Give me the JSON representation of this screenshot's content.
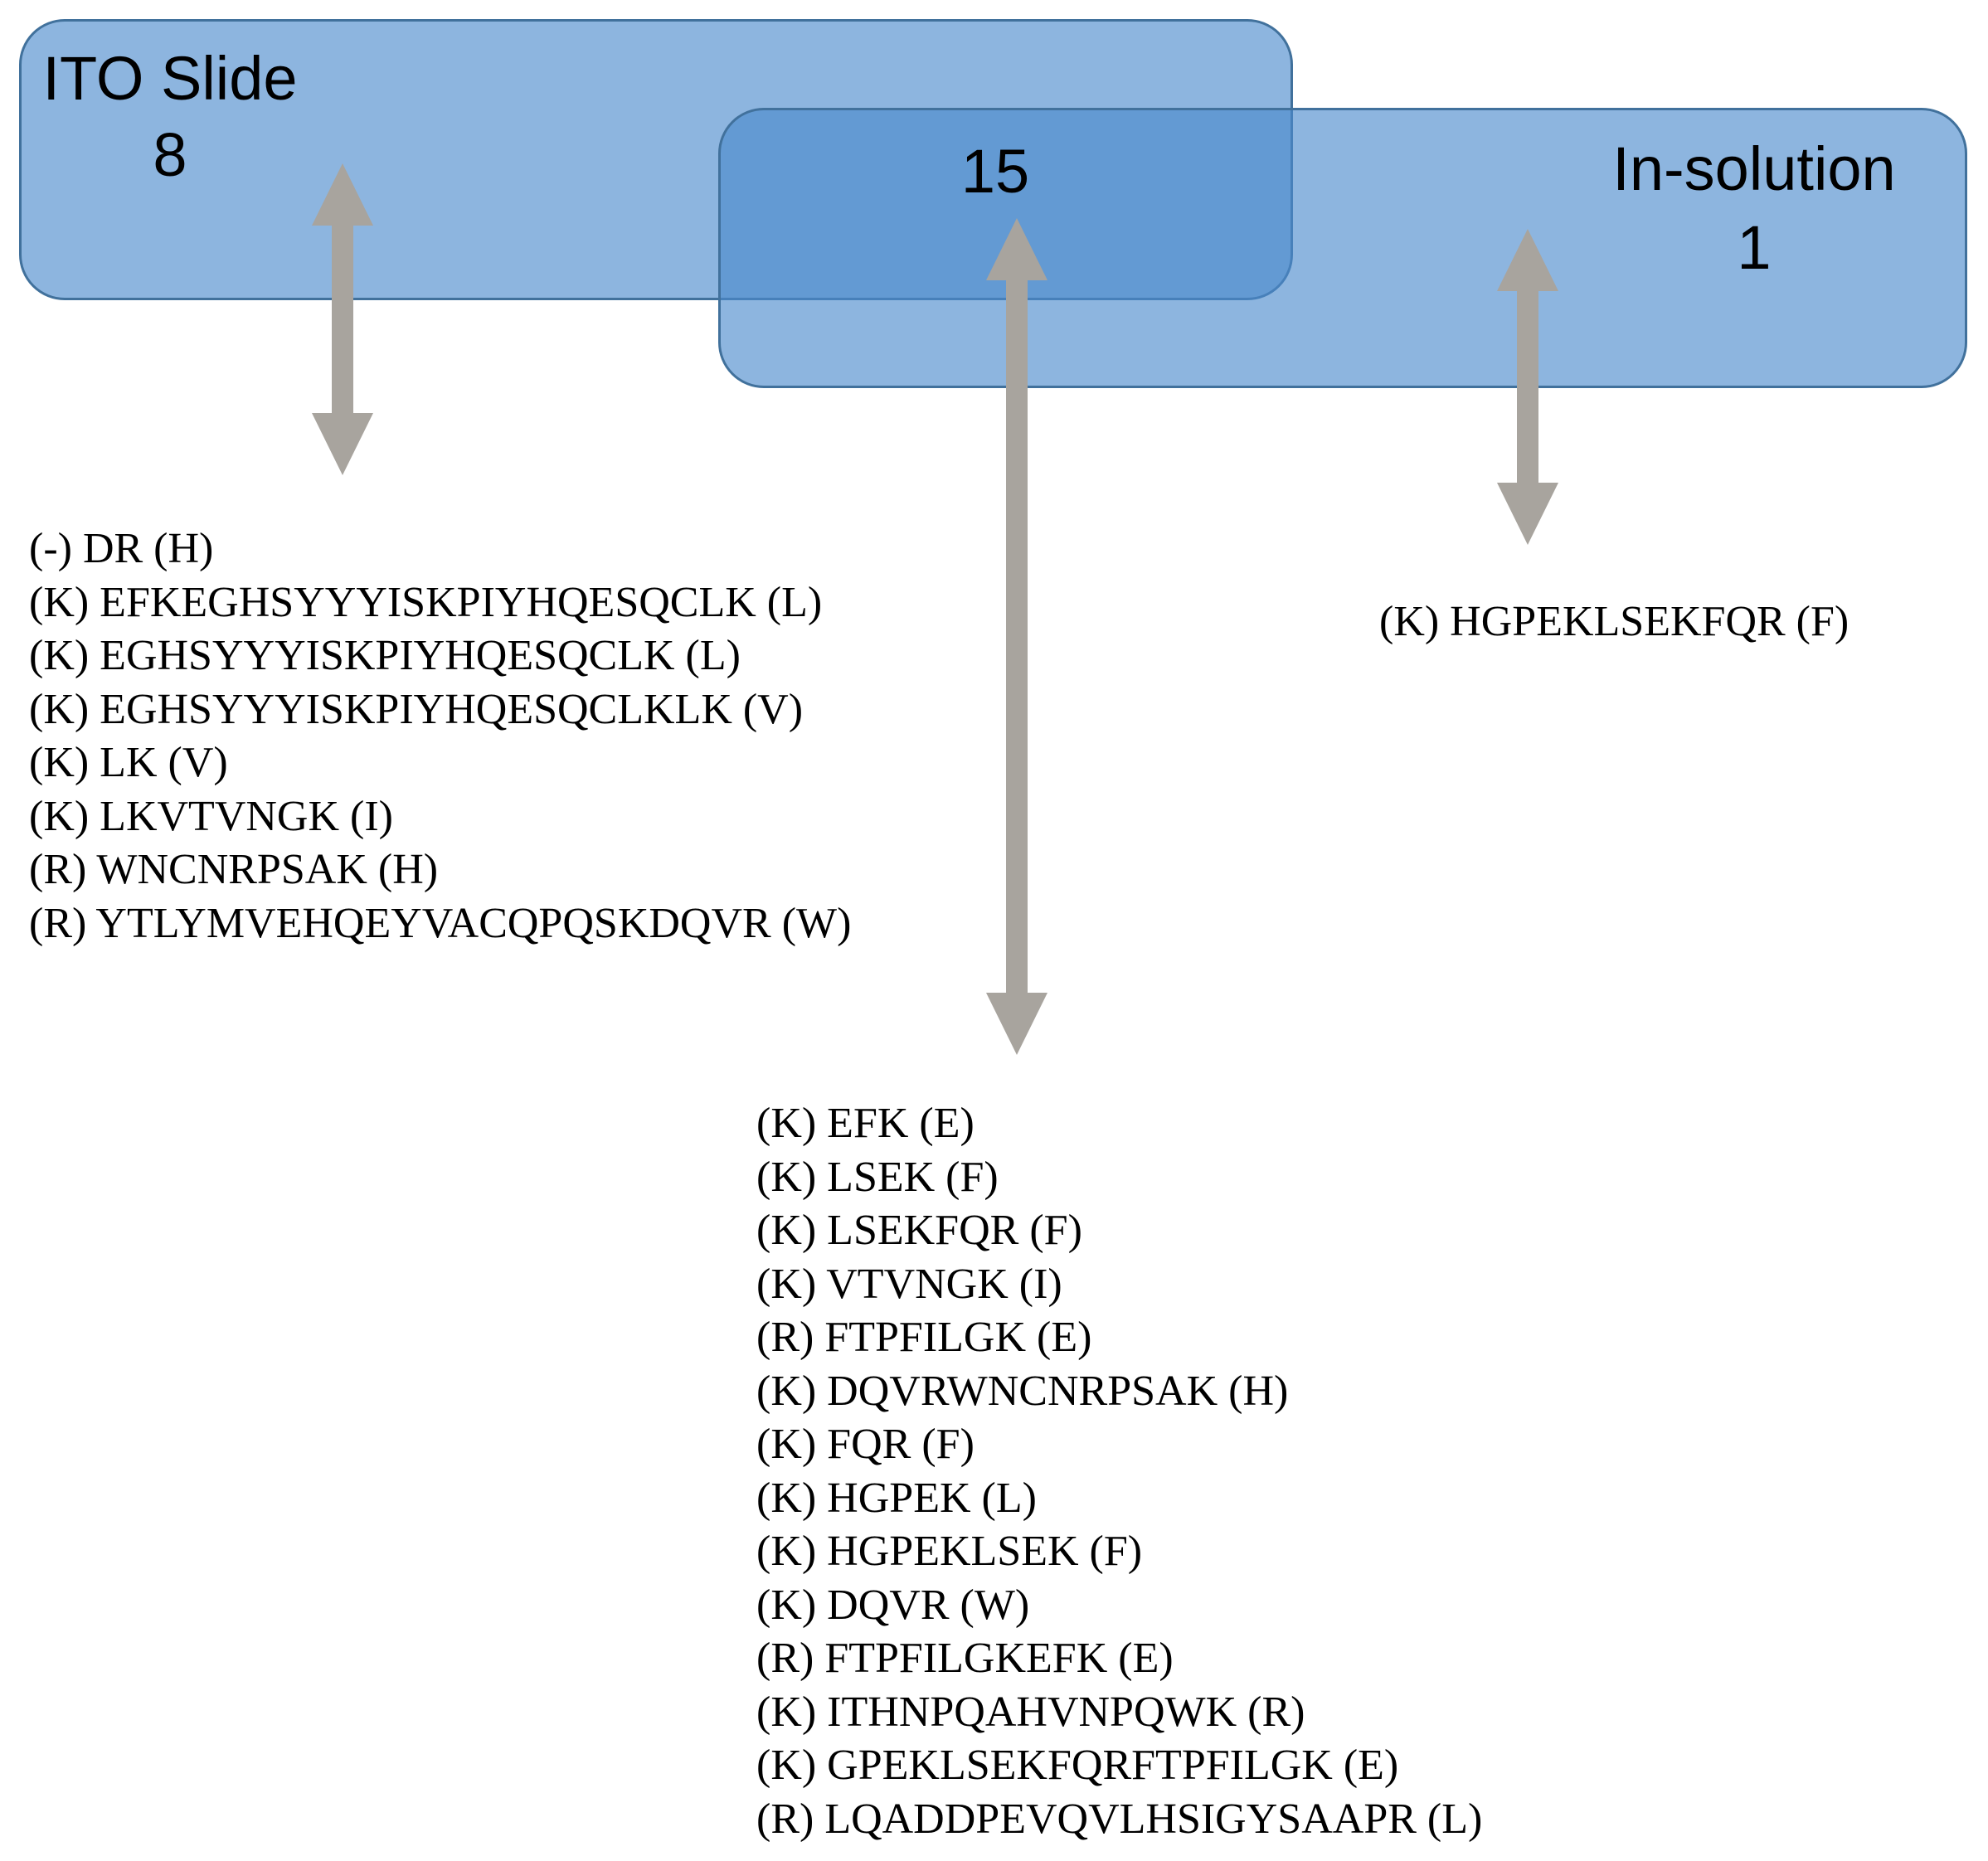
{
  "labels": {
    "set1": "ITO Slide",
    "set1_count": "8",
    "overlap_count": "15",
    "set2": "In-solution",
    "set2_count": "1"
  },
  "colors": {
    "fill": "rgba(75,138,205,0.63)",
    "border": "#41719C",
    "arrow": "#A8A49E",
    "text": "#000000"
  },
  "peptides": {
    "set1": [
      "(-) DR (H)",
      "(K) EFKEGHSYYYISKPIYHQESQCLK (L)",
      "(K) EGHSYYYISKPIYHQESQCLK (L)",
      "(K) EGHSYYYISKPIYHQESQCLKLK (V)",
      "(K) LK (V)",
      "(K) LKVTVNGK (I)",
      "(R) WNCNRPSAK (H)",
      "(R) YTLYMVEHQEYVACQPQSKDQVR (W)"
    ],
    "overlap": [
      "(K) EFK (E)",
      "(K) LSEK (F)",
      "(K) LSEKFQR (F)",
      "(K) VTVNGK (I)",
      "(R) FTPFILGK (E)",
      "(K) DQVRWNCNRPSAK (H)",
      "(K) FQR (F)",
      "(K) HGPEK (L)",
      "(K) HGPEKLSEK (F)",
      "(K) DQVR (W)",
      "(R) FTPFILGKEFK (E)",
      "(K) ITHNPQAHVNPQWK (R)",
      "(K) GPEKLSEKFQRFTPFILGK (E)",
      "(R) LQADDPEVQVLHSIGYSAAPR (L)"
    ],
    "set2": [
      "(K) HGPEKLSEKFQR (F)"
    ]
  }
}
